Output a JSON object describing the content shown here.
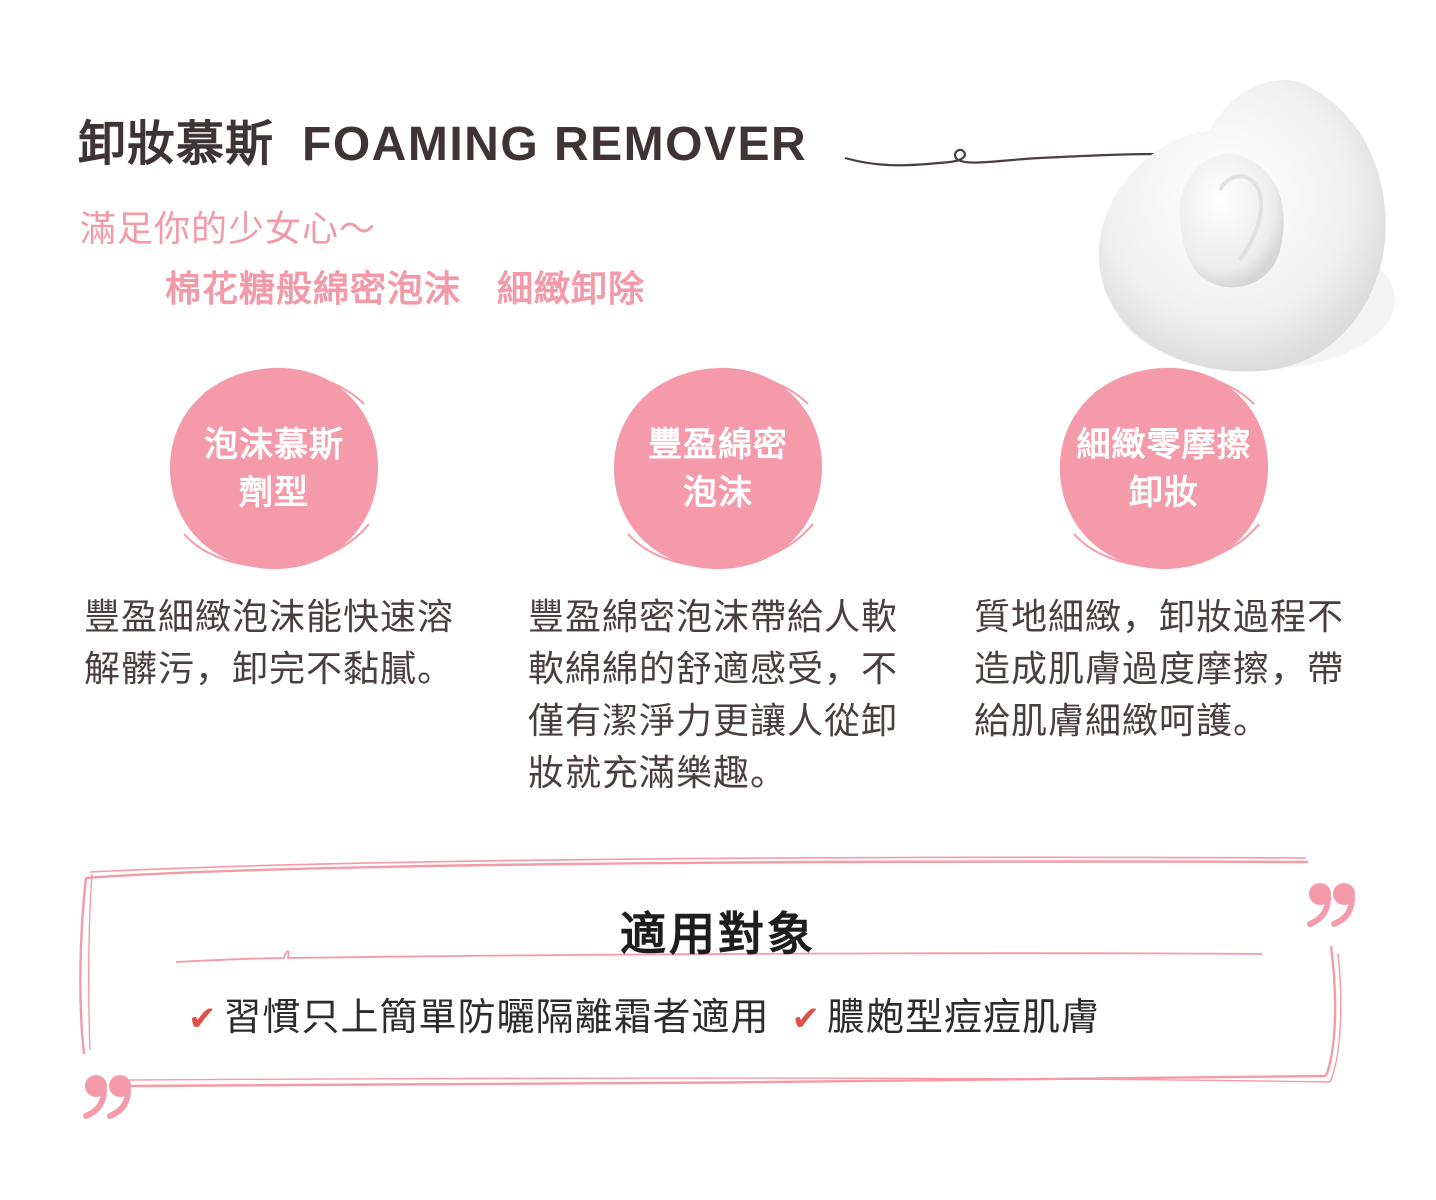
{
  "header": {
    "title_zh": "卸妝慕斯",
    "title_en": "FOAMING REMOVER",
    "subtitle_line1": "滿足你的少女心～",
    "subtitle_line2_a": "棉花糖般綿密泡沫",
    "subtitle_line2_b": "細緻卸除"
  },
  "colors": {
    "accent_pink": "#f49aa9",
    "text_dark": "#4a3f3f",
    "check_red": "#e0504b"
  },
  "features": [
    {
      "badge_line1": "泡沫慕斯",
      "badge_line2": "劑型",
      "desc": [
        "豐盈細緻泡沫能快速溶",
        "解髒污，卸完不黏膩。"
      ]
    },
    {
      "badge_line1": "豐盈綿密",
      "badge_line2": "泡沫",
      "desc": [
        "豐盈綿密泡沫帶給人軟",
        "軟綿綿的舒適感受，不",
        "僅有潔淨力更讓人從卸",
        "妝就充滿樂趣。"
      ]
    },
    {
      "badge_line1": "細緻零摩擦",
      "badge_line2": "卸妝",
      "desc": [
        "質地細緻，卸妝過程不",
        "造成肌膚過度摩擦，帶",
        "給肌膚細緻呵護。"
      ]
    }
  ],
  "suitable": {
    "title": "適用對象",
    "check_icon": "✔",
    "items": [
      "習慣只上簡單防曬隔離霜者適用",
      "膿皰型痘痘肌膚"
    ]
  }
}
